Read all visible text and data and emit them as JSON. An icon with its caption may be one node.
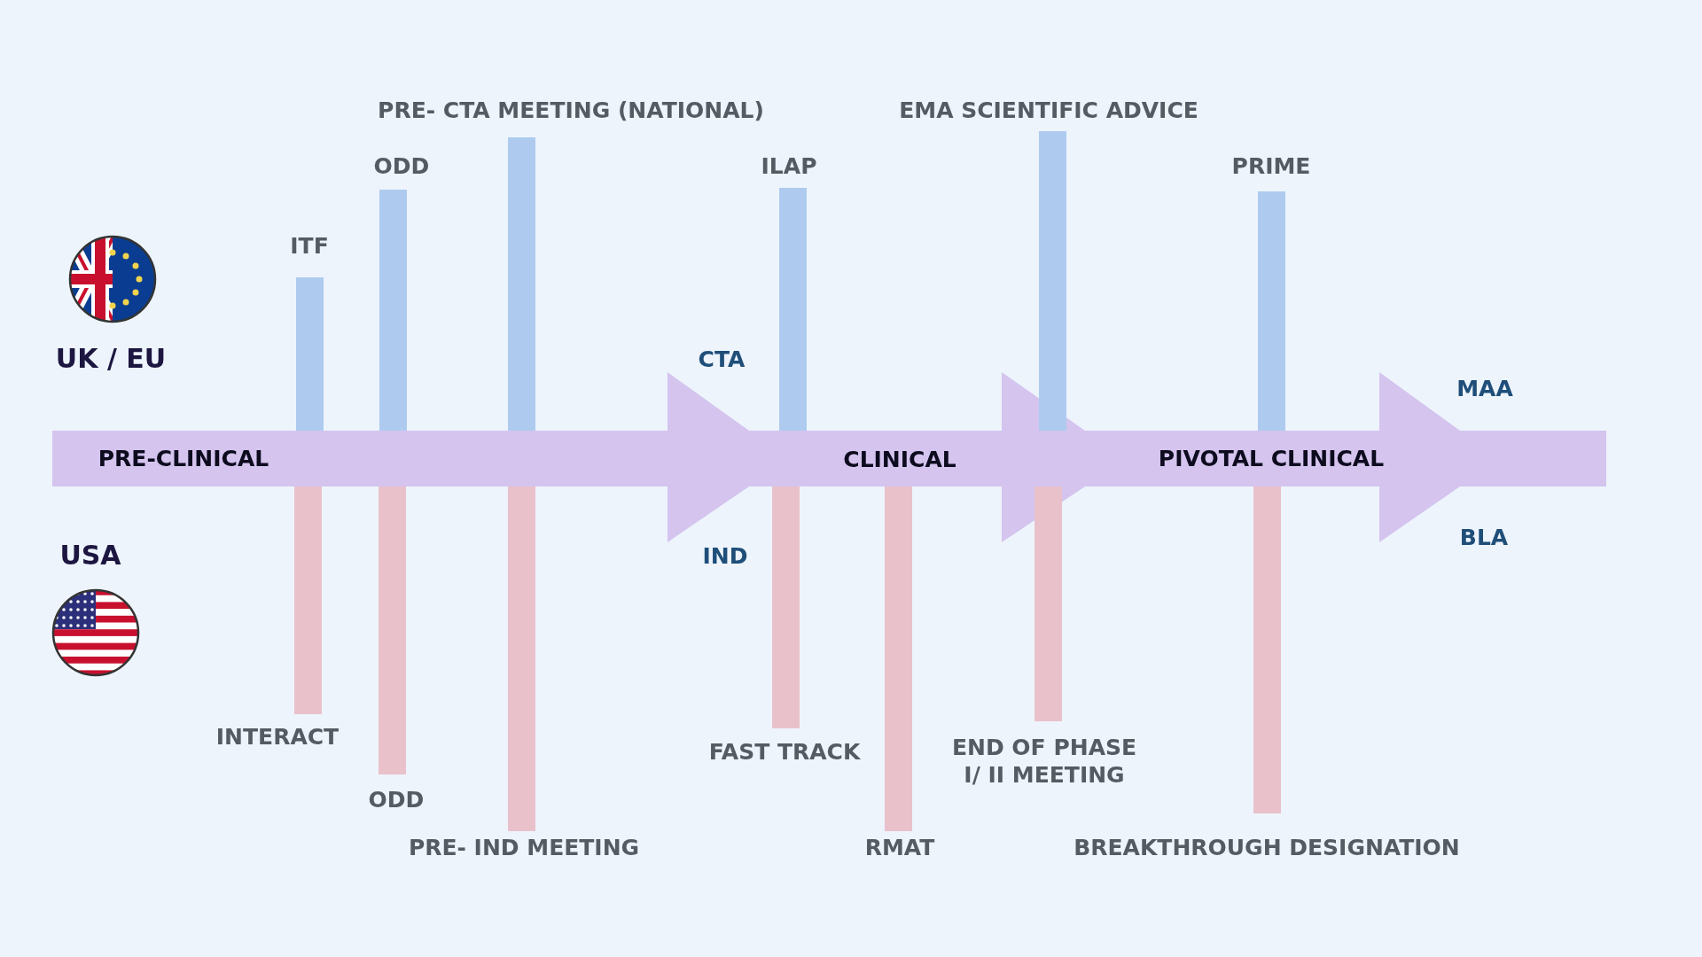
{
  "diagram": {
    "nodes": [
      {
        "text": [
          "ITF"
        ]
      },
      {
        "text": [
          "ODD"
        ]
      },
      {
        "text": [
          "PRE- CTA MEETING (NATIONAL)"
        ]
      },
      {
        "text": [
          "ILAP"
        ]
      },
      {
        "text": [
          "EMA SCIENTIFIC ADVICE"
        ]
      },
      {
        "text": [
          "PRIME"
        ]
      },
      {
        "text": [
          "INTERACT"
        ]
      },
      {
        "text": [
          "ODD"
        ]
      },
      {
        "text": [
          "PRE- IND MEETING"
        ]
      },
      {
        "text": [
          "FAST TRACK"
        ]
      },
      {
        "text": [
          "RMAT"
        ]
      },
      {
        "text": [
          "END OF PHASE I/ II MEETING"
        ]
      },
      {
        "text": [
          "BREAKTHROUGH DESIGNATION"
        ]
      }
    ],
    "edges": [],
    "labels": [
      "UK / EU",
      "CTA",
      "MAA",
      "PRE-CLINICAL",
      "CLINICAL",
      "PIVOTAL CLINICAL",
      "USA",
      "IND",
      "BLA"
    ]
  }
}
